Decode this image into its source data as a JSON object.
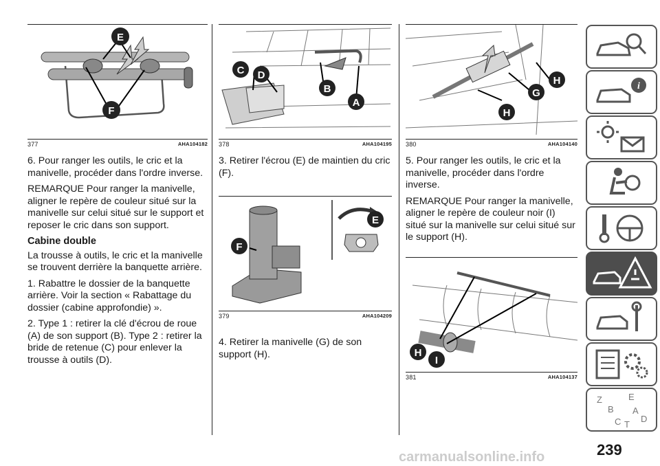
{
  "columns": [
    {
      "figure": {
        "number": "377",
        "ref": "AHA104182",
        "labels": [
          "E",
          "F"
        ]
      },
      "paragraphs": [
        "6. Pour ranger les outils, le cric et la manivelle, procéder dans l'ordre inverse.",
        "REMARQUE Pour ranger la manivelle, aligner le repère de couleur situé sur la manivelle sur celui situé sur le support et reposer le cric dans son support."
      ],
      "heading": "Cabine double",
      "paragraphs2": [
        "La trousse à outils, le cric et la manivelle se trouvent derrière la banquette arrière.",
        "1. Rabattre le dossier de la banquette arrière. Voir la section « Rabattage du dossier (cabine approfondie) ».",
        "2. Type 1 : retirer la clé d'écrou de roue (A) de son support (B). Type 2 : retirer la bride de retenue (C) pour enlever la trousse à outils (D)."
      ]
    },
    {
      "figure": {
        "number": "378",
        "ref": "AHA104195",
        "labels": [
          "C",
          "D",
          "B",
          "A"
        ]
      },
      "paragraphs": [
        "3. Retirer l'écrou (E) de maintien du cric (F)."
      ],
      "figure2": {
        "number": "379",
        "ref": "AHA104209",
        "labels": [
          "E",
          "F"
        ]
      },
      "paragraphs2": [
        "4. Retirer la manivelle (G) de son support (H)."
      ]
    },
    {
      "figure": {
        "number": "380",
        "ref": "AHA104140",
        "labels": [
          "H",
          "G",
          "H"
        ]
      },
      "paragraphs": [
        "5. Pour ranger les outils, le cric et la manivelle, procéder dans l'ordre inverse.",
        "REMARQUE Pour ranger la manivelle, aligner le repère de couleur noir (I) situé sur la manivelle sur celui situé sur le support (H)."
      ],
      "figure2": {
        "number": "381",
        "ref": "AHA104137",
        "labels": [
          "H",
          "I"
        ]
      }
    }
  ],
  "sidebar_tabs": [
    {
      "icon": "car-search-icon",
      "active": false
    },
    {
      "icon": "car-info-icon",
      "active": false
    },
    {
      "icon": "warning-lights-mail-icon",
      "active": false
    },
    {
      "icon": "seat-airbag-icon",
      "active": false
    },
    {
      "icon": "key-steering-wheel-icon",
      "active": false
    },
    {
      "icon": "breakdown-warning-icon",
      "active": true
    },
    {
      "icon": "car-wrench-icon",
      "active": false
    },
    {
      "icon": "specs-gears-icon",
      "active": false
    },
    {
      "icon": "alphabet-index-icon",
      "active": false
    }
  ],
  "page_number": "239",
  "watermark": "carmanualsonline.info"
}
